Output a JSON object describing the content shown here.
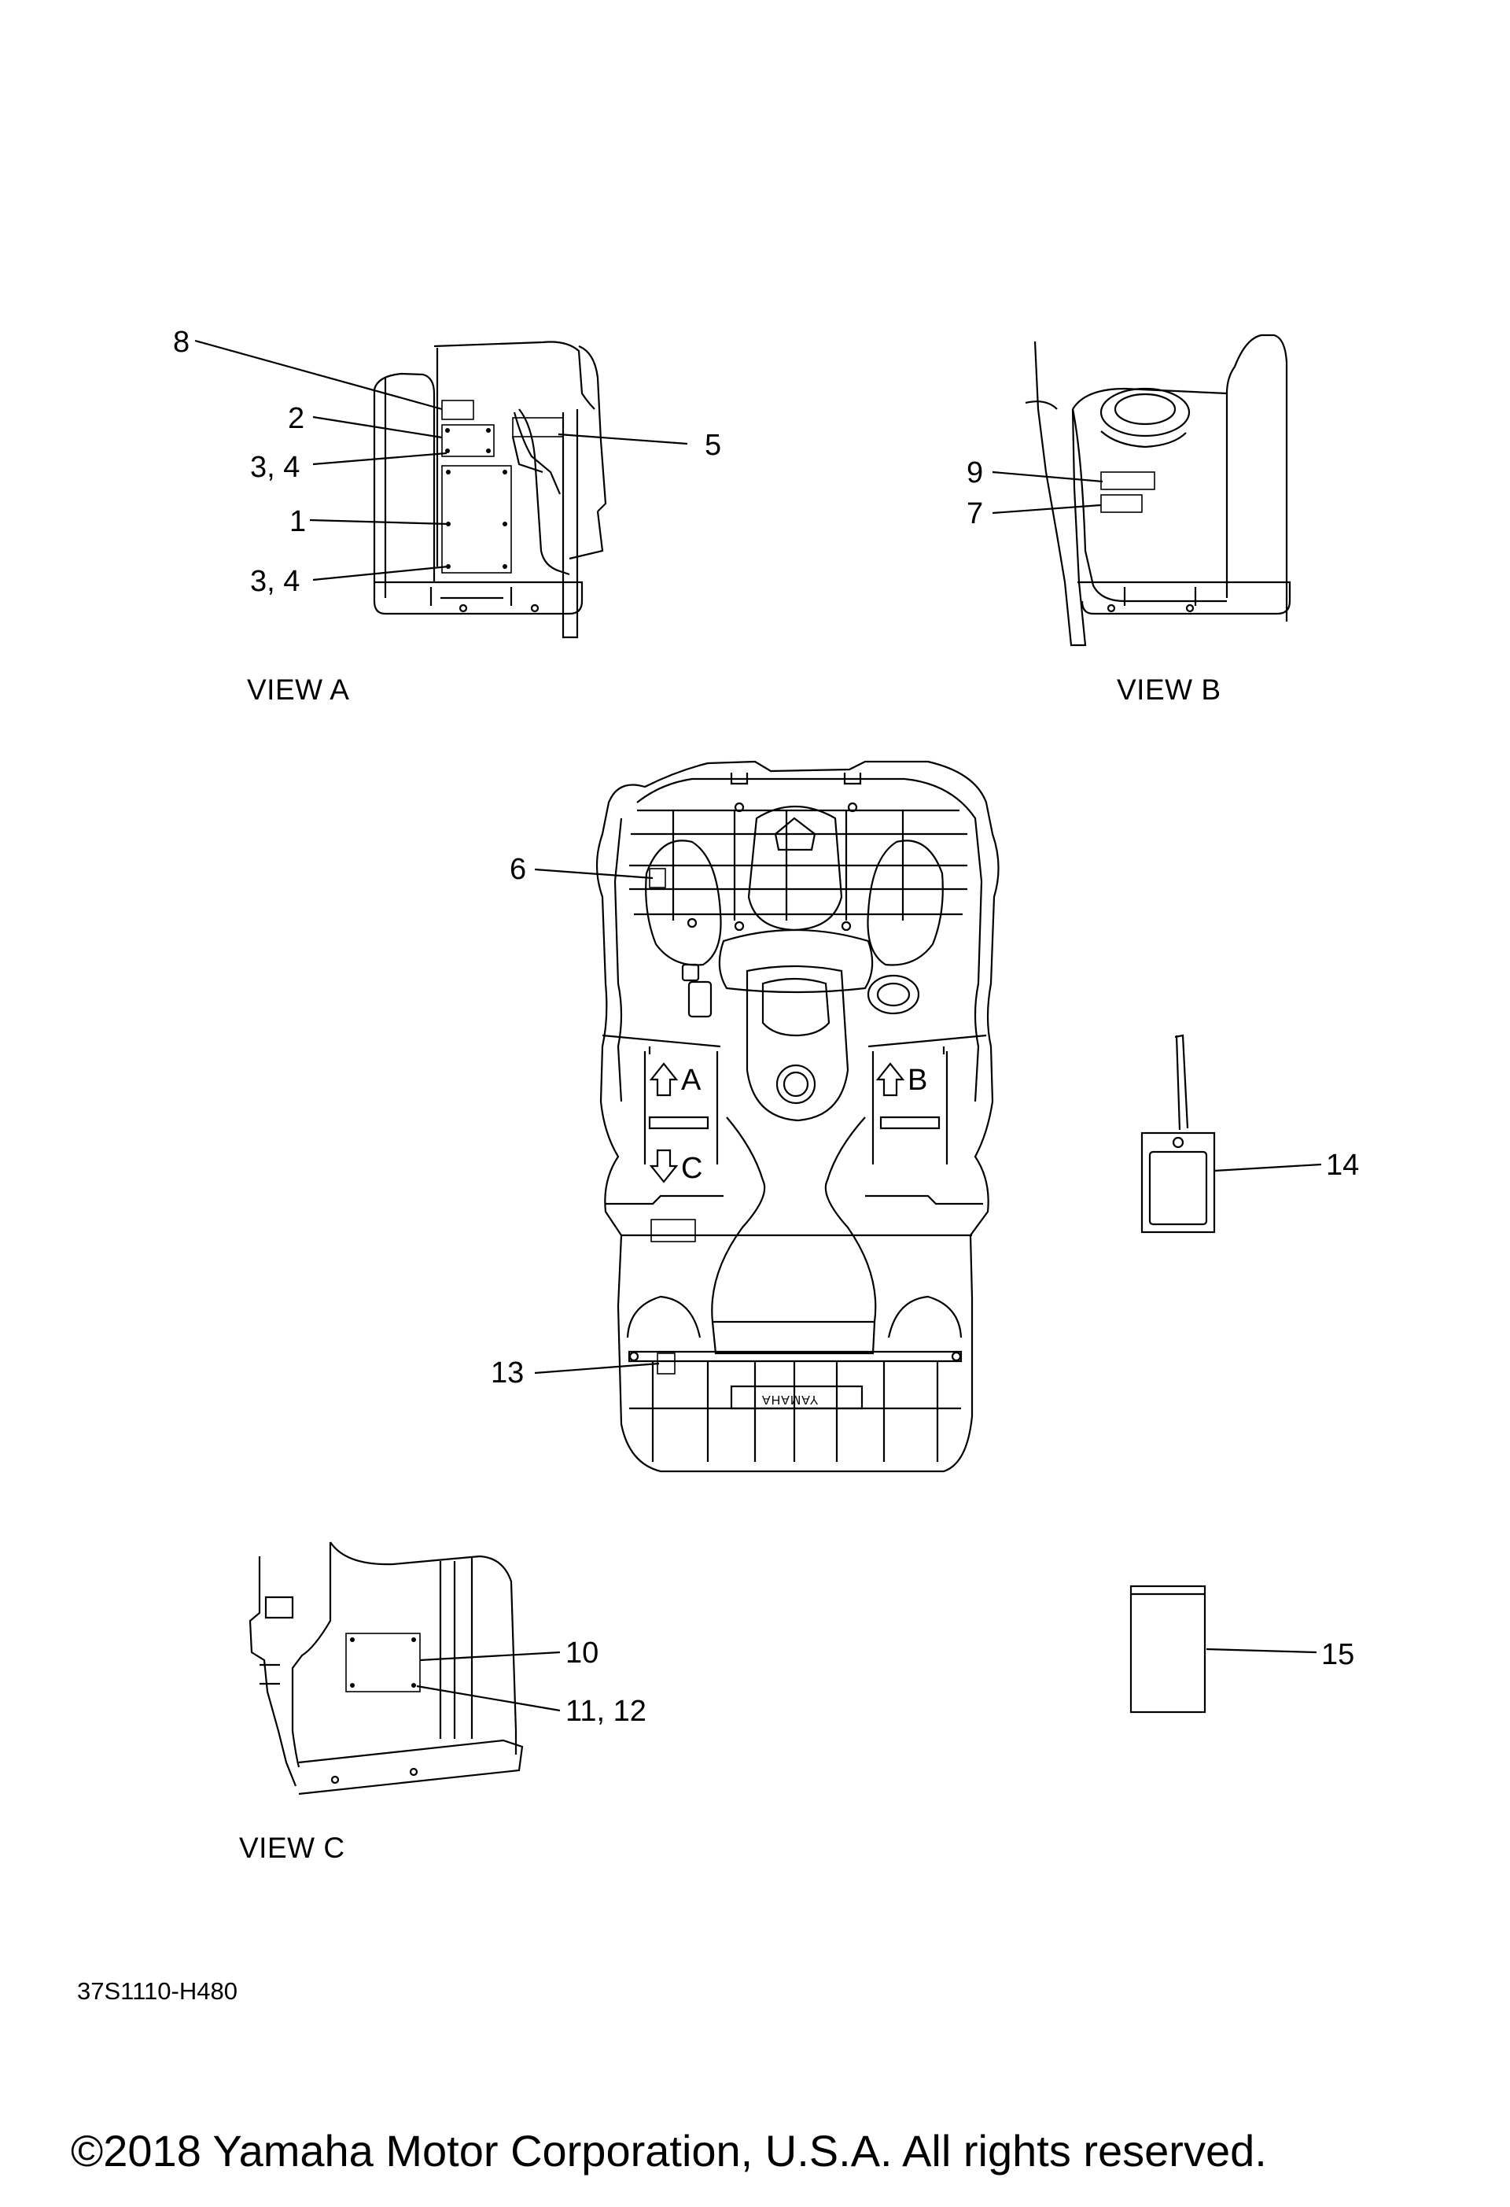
{
  "diagram": {
    "callouts": {
      "c1": "1",
      "c2": "2",
      "c34a": "3, 4",
      "c34b": "3, 4",
      "c5": "5",
      "c6": "6",
      "c7": "7",
      "c8": "8",
      "c9": "9",
      "c10": "10",
      "c1112": "11, 12",
      "c13": "13",
      "c14": "14",
      "c15": "15"
    },
    "views": {
      "a": "VIEW A",
      "b": "VIEW B",
      "c": "VIEW C"
    },
    "arrows": {
      "a": "A",
      "b": "B",
      "c": "C"
    },
    "emblem": "YAMAHA"
  },
  "footer": {
    "part_code": "37S1110-H480",
    "copyright": "©2018 Yamaha Motor Corporation, U.S.A. All rights reserved."
  }
}
